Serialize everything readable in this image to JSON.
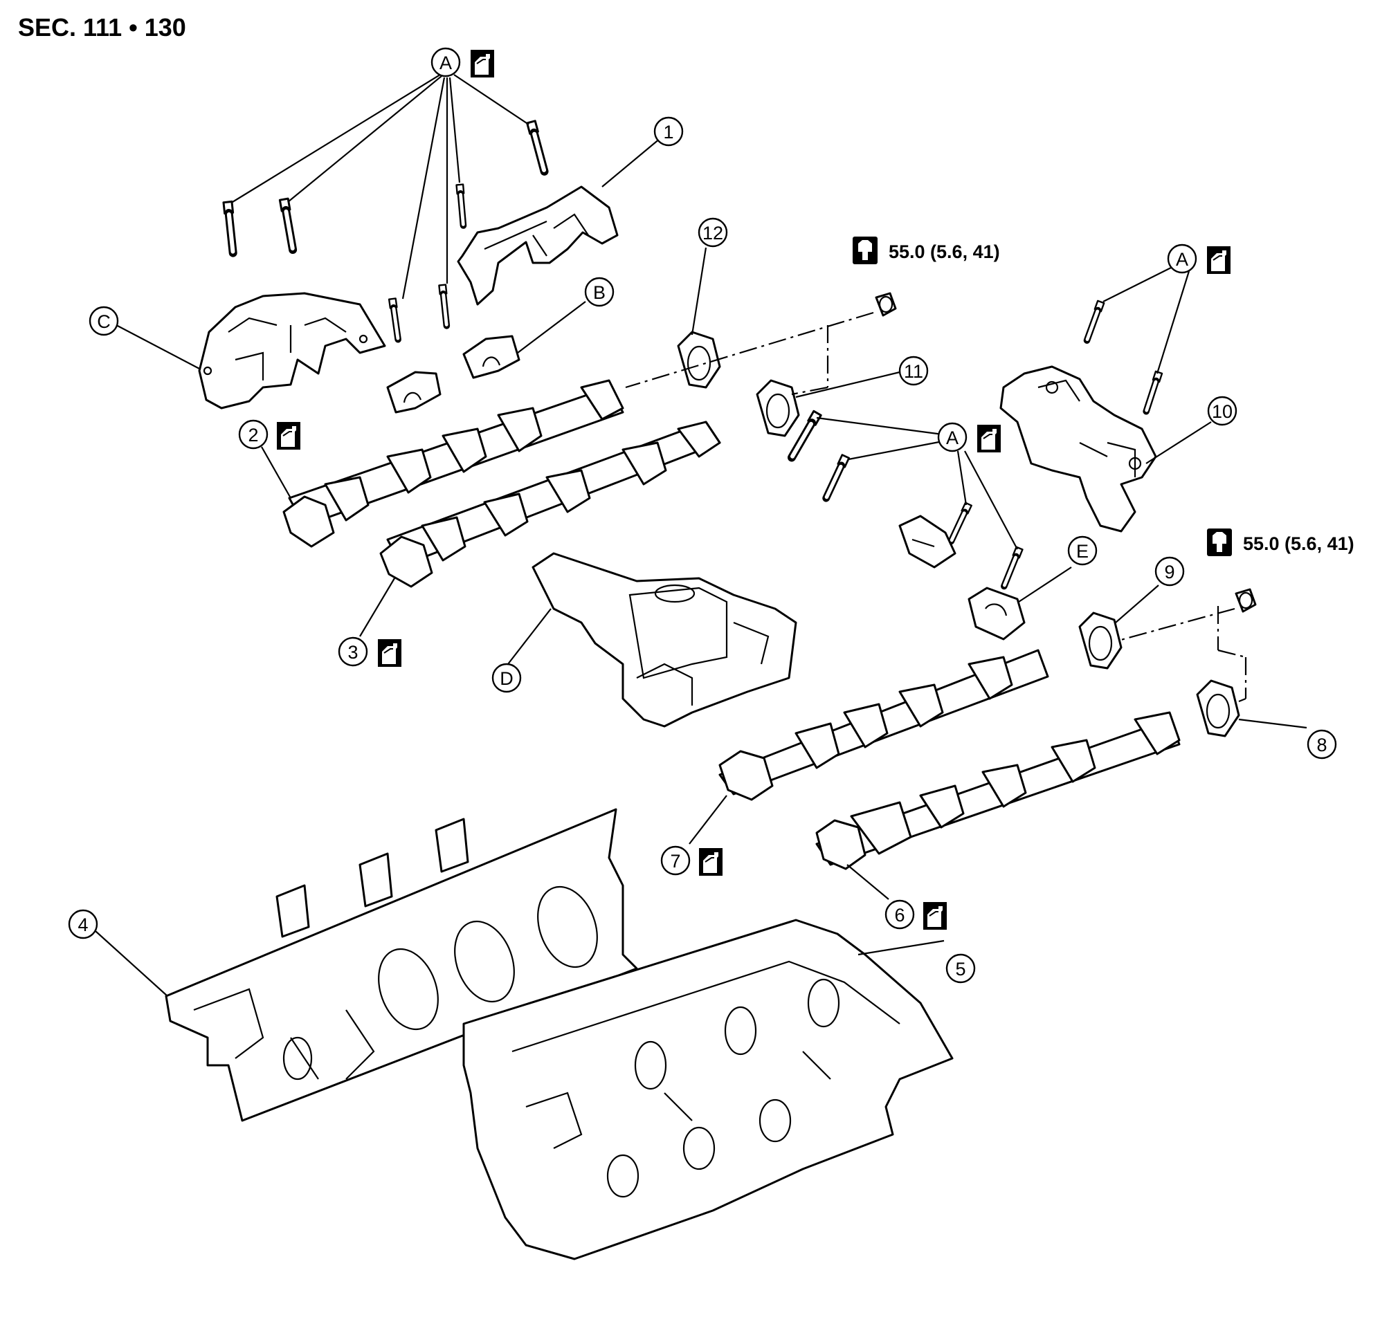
{
  "header": {
    "section": "SEC. 111 • 130"
  },
  "callouts": {
    "A": "A",
    "B": "B",
    "C": "C",
    "D": "D",
    "E": "E",
    "n1": "1",
    "n2": "2",
    "n3": "3",
    "n4": "4",
    "n5": "5",
    "n6": "6",
    "n7": "7",
    "n8": "8",
    "n9": "9",
    "n10": "10",
    "n11": "11",
    "n12": "12"
  },
  "torque": {
    "upper": "55.0 (5.6, 41)",
    "lower": "55.0 (5.6, 41)"
  },
  "icons": {
    "oil": "engine-oil-icon",
    "torque": "torque-wrench-icon"
  }
}
